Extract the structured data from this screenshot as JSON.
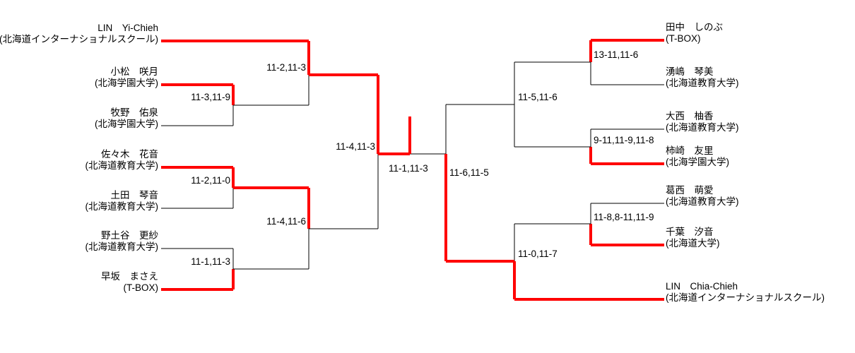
{
  "meta": {
    "title": "Tournament Bracket",
    "colors": {
      "win_path": "#FF0000",
      "line": "#000000",
      "text": "#000000",
      "background": "#FFFFFF"
    },
    "line_widths": {
      "normal": 1,
      "winner": 4
    }
  },
  "left": {
    "players": [
      {
        "name": "LIN　Yi-Chieh",
        "club": "(北海道インターナショナルスクール)",
        "winner": true
      },
      {
        "name": "小松　咲月",
        "club": "(北海学園大学)",
        "winner": true
      },
      {
        "name": "牧野　佑泉",
        "club": "(北海学園大学)",
        "winner": false
      },
      {
        "name": "佐々木　花音",
        "club": "(北海道教育大学)",
        "winner": true
      },
      {
        "name": "土田　琴音",
        "club": "(北海道教育大学)",
        "winner": false
      },
      {
        "name": "野土谷　更紗",
        "club": "(北海道教育大学)",
        "winner": false
      },
      {
        "name": "早坂　まさえ",
        "club": "(T-BOX)",
        "winner": true
      }
    ],
    "scores": {
      "r1_komatsu_makino": "11-3,11-9",
      "r1_sasaki_tsuchida": "11-2,11-0",
      "r1_nodoya_hayasaka": "11-1,11-3",
      "r2_lin_komatsu": "11-2,11-3",
      "r2_sasaki_hayasaka": "11-4,11-6",
      "r3_lin_sasaki": "11-4,11-3"
    }
  },
  "right": {
    "players": [
      {
        "name": "田中　しのぶ",
        "club": "(T-BOX)",
        "winner": true
      },
      {
        "name": "湧嶋　琴美",
        "club": "(北海道教育大学)",
        "winner": false
      },
      {
        "name": "大西　柚香",
        "club": "(北海道教育大学)",
        "winner": false
      },
      {
        "name": "柿崎　友里",
        "club": "(北海学園大学)",
        "winner": true
      },
      {
        "name": "葛西　萌愛",
        "club": "(北海道教育大学)",
        "winner": false
      },
      {
        "name": "千葉　汐音",
        "club": "(北海道大学)",
        "winner": true
      },
      {
        "name": "LIN　Chia-Chieh",
        "club": "(北海道インターナショナルスクール)",
        "winner": true
      }
    ],
    "scores": {
      "r1_tanaka_wakushima": "13-11,11-6",
      "r1_onishi_kakizaki": "9-11,11-9,11-8",
      "r1_kasai_chiba": "11-8,8-11,11-9",
      "r2_tanaka_kakizaki": "11-5,11-6",
      "r2_chiba_lin": "11-0,11-7",
      "r3_tanaka_lin": "11-6,11-5"
    }
  },
  "final": {
    "score": "11-1,11-3"
  }
}
